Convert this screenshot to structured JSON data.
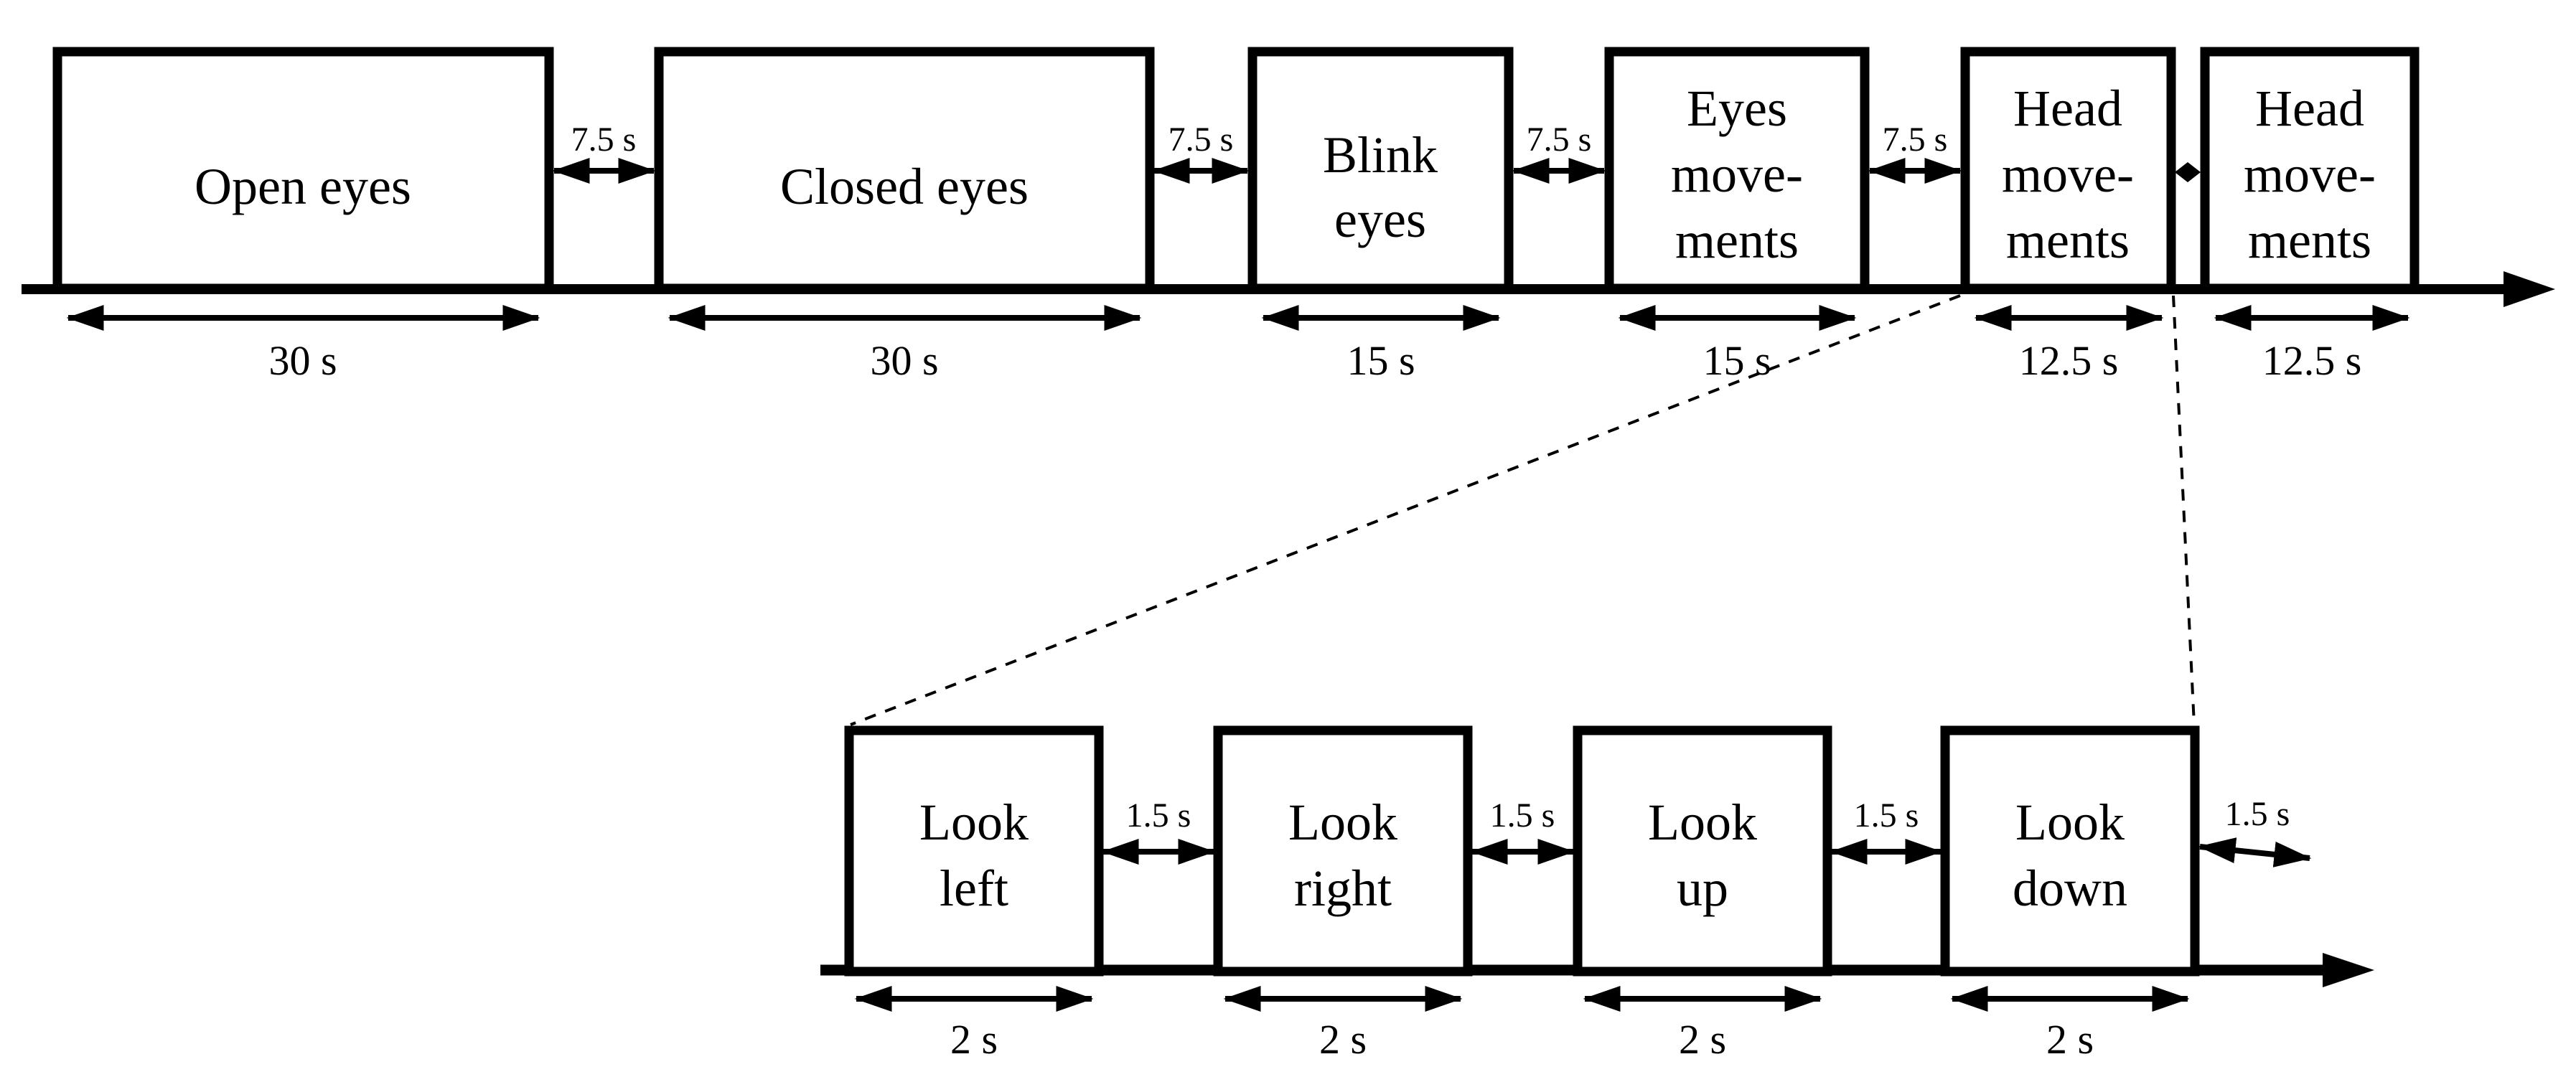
{
  "colors": {
    "background": "#ffffff",
    "ink": "#000000",
    "highlight_fill": "#ececec"
  },
  "main_timeline": {
    "blocks": [
      {
        "lines": [
          "Open eyes"
        ],
        "duration": "30 s",
        "highlighted": false
      },
      {
        "lines": [
          "Closed eyes"
        ],
        "duration": "30 s",
        "highlighted": false
      },
      {
        "lines": [
          "Blink",
          "eyes"
        ],
        "duration": "15 s",
        "highlighted": false
      },
      {
        "lines": [
          "Eyes",
          "move-",
          "ments"
        ],
        "duration": "15 s",
        "highlighted": false
      },
      {
        "lines": [
          "Head",
          "move-",
          "ments"
        ],
        "duration": "12.5 s",
        "highlighted": true
      },
      {
        "lines": [
          "Head",
          "move-",
          "ments"
        ],
        "duration": "12.5 s",
        "highlighted": true
      }
    ],
    "gap_labels": [
      "7.5 s",
      "7.5 s",
      "7.5 s",
      "7.5 s"
    ]
  },
  "detail_timeline": {
    "blocks": [
      {
        "lines": [
          "Look",
          "left"
        ],
        "duration": "2 s"
      },
      {
        "lines": [
          "Look",
          "right"
        ],
        "duration": "2 s"
      },
      {
        "lines": [
          "Look",
          "up"
        ],
        "duration": "2 s"
      },
      {
        "lines": [
          "Look",
          "down"
        ],
        "duration": "2 s"
      }
    ],
    "gap_labels": [
      "1.5 s",
      "1.5 s",
      "1.5 s",
      "1.5 s"
    ]
  }
}
